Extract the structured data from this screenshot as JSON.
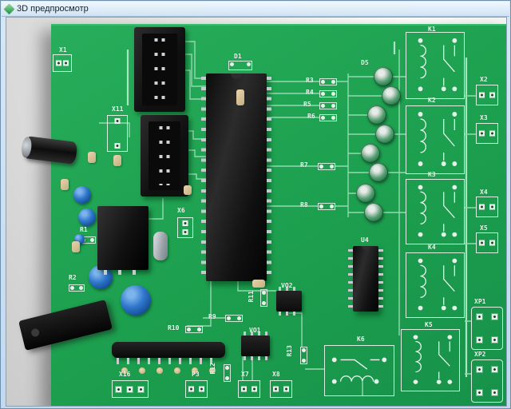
{
  "window": {
    "title": "3D предпросмотр"
  },
  "board": {
    "colors": {
      "board_green": "#1c9f4e",
      "silkscreen": "#eef7f0",
      "trace": "#93dab0",
      "led_green": "#57a273",
      "capacitor_blue": "#2f77cc"
    },
    "labels": {
      "x1": "X1",
      "x11": "X11",
      "x16": "X16",
      "x2": "X2",
      "x3": "X3",
      "x4": "X4",
      "x5": "X5",
      "x6": "X6",
      "x7": "X7",
      "x8": "X8",
      "xp1": "XP1",
      "xp2": "XP2",
      "d1": "D1",
      "d5": "D5",
      "r1": "R1",
      "r2": "R2",
      "r3": "R3",
      "r4": "R4",
      "r5": "R5",
      "r6": "R6",
      "r7": "R7",
      "r8": "R8",
      "r9": "R9",
      "r10": "R10",
      "r11": "R11",
      "r12": "R12",
      "r13": "R13",
      "k1": "K1",
      "k2": "K2",
      "k3": "K3",
      "k4": "K4",
      "k5": "K5",
      "k6": "K6",
      "u4": "U4",
      "vo1": "VO1",
      "vo2": "VO2",
      "p3": "P3"
    }
  }
}
